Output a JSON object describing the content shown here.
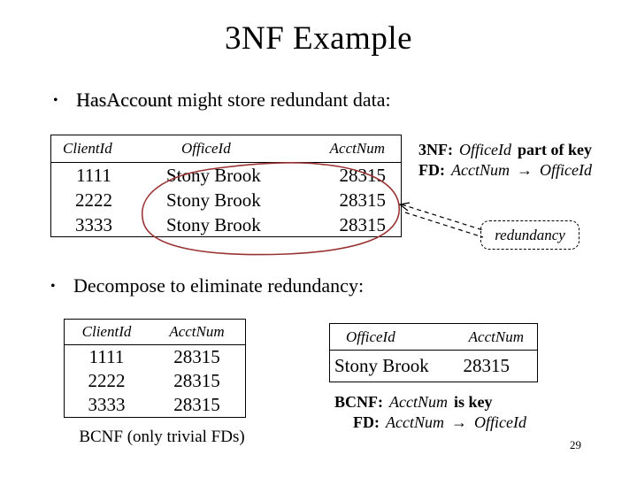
{
  "slide": {
    "title": "3NF Example",
    "page_number": "29",
    "bullets": {
      "b1_marker": "•",
      "b1_emphasis": "HasAccount",
      "b1_text": " might store redundant data:",
      "b2_marker": "•",
      "b2_text": "Decompose to eliminate redundancy:"
    },
    "tables": {
      "has_account": {
        "headers": [
          "ClientId",
          "OfficeId",
          "AcctNum"
        ],
        "rows": [
          [
            "1111",
            "Stony Brook",
            "28315"
          ],
          [
            "2222",
            "Stony Brook",
            "28315"
          ],
          [
            "3333",
            "Stony Brook",
            "28315"
          ]
        ]
      },
      "client_acct": {
        "headers": [
          "ClientId",
          "AcctNum"
        ],
        "rows": [
          [
            "1111",
            "28315"
          ],
          [
            "2222",
            "28315"
          ],
          [
            "3333",
            "28315"
          ]
        ],
        "caption": "BCNF (only trivial FDs)"
      },
      "office_acct": {
        "headers": [
          "OfficeId",
          "AcctNum"
        ],
        "rows": [
          [
            "Stony Brook",
            "28315"
          ]
        ]
      }
    },
    "annotations": {
      "nf3_note": {
        "keyword1": "3NF:",
        "term1": "OfficeId",
        "text1": "part of key",
        "keyword2": "FD:",
        "term2": "AcctNum",
        "arrow": "→",
        "term3": "OfficeId"
      },
      "bcnf_note": {
        "keyword1": "BCNF:",
        "term1": "AcctNum",
        "text1": "is key",
        "keyword2": "FD:",
        "term2": "AcctNum",
        "arrow": "→",
        "term3": "OfficeId"
      },
      "callout_label": "redundancy",
      "ellipse_color": "#993333"
    }
  }
}
